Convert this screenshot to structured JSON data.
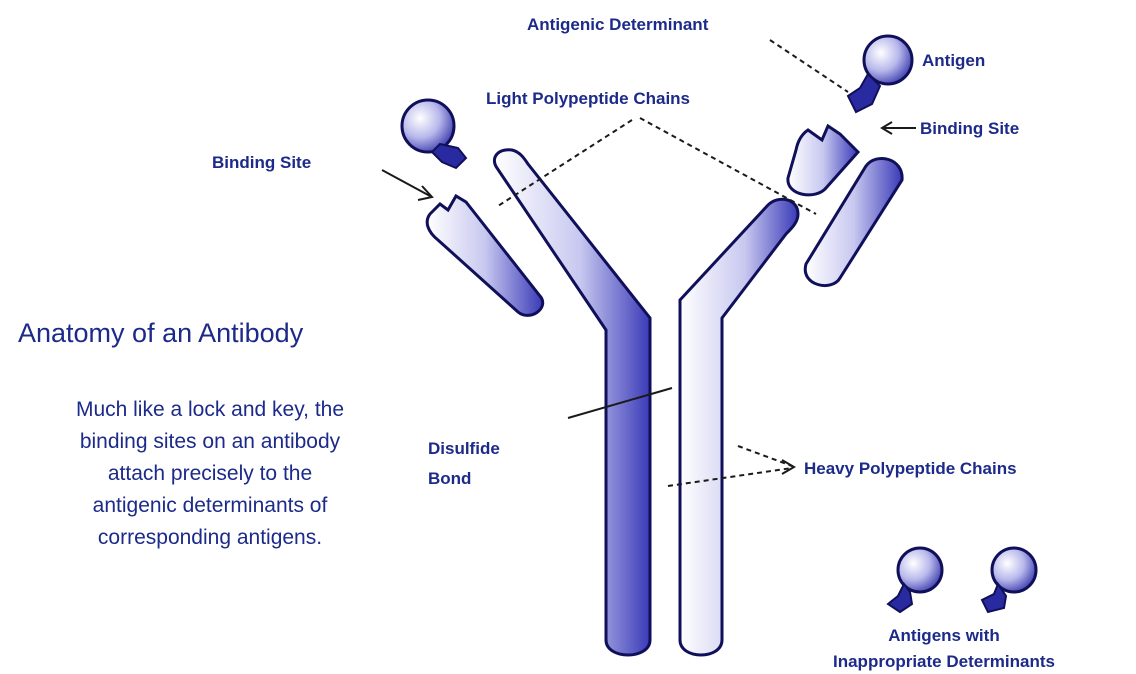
{
  "title": "Anatomy of an Antibody",
  "description_lines": [
    "Much like a lock and key, the",
    "binding sites on an antibody",
    "attach precisely to the",
    "antigenic determinants of",
    "corresponding antigens."
  ],
  "labels": {
    "antigenic_determinant": "Antigenic Determinant",
    "antigen": "Antigen",
    "light_chains": "Light Polypeptide Chains",
    "binding_site_left": "Binding Site",
    "binding_site_right": "Binding Site",
    "disulfide_line1": "Disulfide",
    "disulfide_line2": "Bond",
    "heavy_chains": "Heavy Polypeptide Chains",
    "inappropriate_line1": "Antigens with",
    "inappropriate_line2": "Inappropriate Determinants"
  },
  "colors": {
    "text": "#1c2a8a",
    "outline": "#10105a",
    "chain_fill_dark": "#5555c8",
    "chain_fill_light": "#ffffff"
  }
}
